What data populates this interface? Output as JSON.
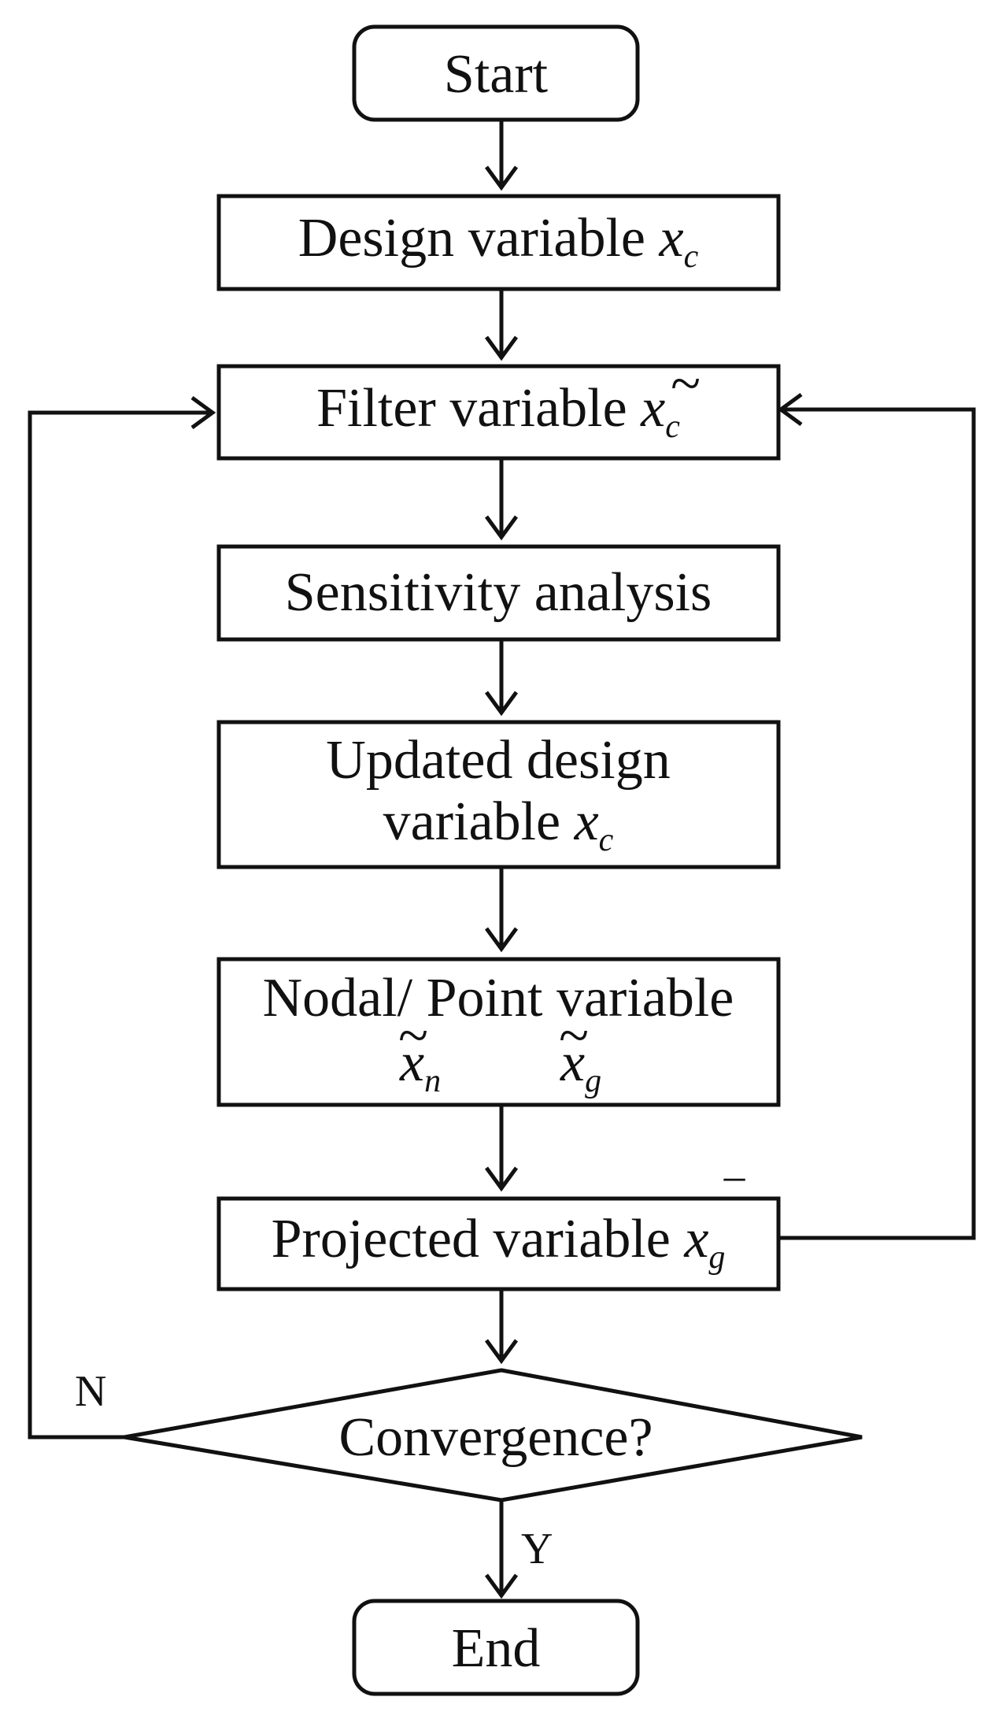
{
  "nodes": {
    "start": {
      "label": "Start"
    },
    "design": {
      "label": "Design variable",
      "var": "x",
      "sub": "c"
    },
    "filter": {
      "label": "Filter variable",
      "var": "x",
      "accent": "~",
      "sub": "c"
    },
    "sensitivity": {
      "label": "Sensitivity analysis"
    },
    "updated": {
      "line1": "Updated design",
      "line2": "variable",
      "var": "x",
      "sub": "c"
    },
    "nodal": {
      "label": "Nodal/ Point variable",
      "var1": "x",
      "accent1": "~",
      "sub1": "n",
      "var2": "x",
      "accent2": "~",
      "sub2": "g"
    },
    "projected": {
      "label": "Projected variable",
      "var": "x",
      "accent": "‾",
      "sub": "g"
    },
    "convergence": {
      "label": "Convergence?"
    },
    "end": {
      "label": "End"
    }
  },
  "branches": {
    "no": "N",
    "yes": "Y"
  },
  "colors": {
    "stroke": "#111111",
    "fill": "#ffffff"
  }
}
